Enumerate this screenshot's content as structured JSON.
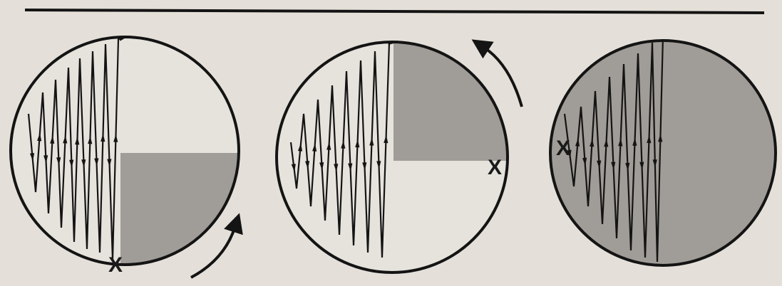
{
  "colors": {
    "paper": "#e4e0d9",
    "light_fill": "#e6e3dd",
    "dark_fill": "#a09c97",
    "ink": "#141414"
  },
  "panels": [
    {
      "name": "plate-1",
      "marker": "X",
      "shaded_region": "lower-right-quadrant",
      "arrow_direction": "counterclockwise-up"
    },
    {
      "name": "plate-2",
      "marker": "X",
      "shaded_region": "upper-right-quadrant",
      "arrow_direction": "counterclockwise-up"
    },
    {
      "name": "plate-3",
      "marker": "X",
      "shaded_region": "whole-plate",
      "arrow_direction": "none"
    }
  ]
}
